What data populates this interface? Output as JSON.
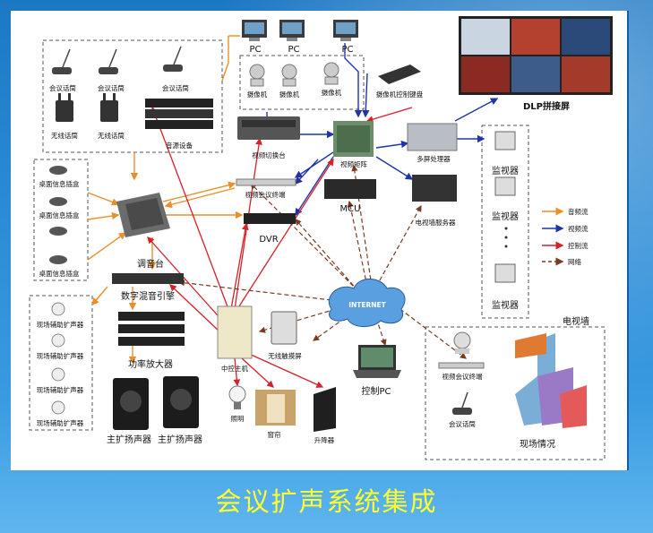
{
  "title": "会议扩声系统集成",
  "labels": {
    "pc": "PC",
    "conf_mic": "会议话筒",
    "wireless_mic": "无线话筒",
    "audio_device": "音源设备",
    "camera": "摄像机",
    "camera_kb": "摄像机控制键盘",
    "video_switch": "视频切换台",
    "matrix": "视频矩阵",
    "multi_proc": "多屏处理器",
    "dlp": "DLP拼接屏",
    "monitor": "监视器",
    "desk_socket": "桌面信息插盒",
    "vc_terminal": "视频会议终端",
    "mcu": "MCU",
    "wall_server": "电视墙服务器",
    "dvr": "DVR",
    "console": "调音台",
    "dsp": "数字混音引擎",
    "speaker_aux": "现场辅助扩声器",
    "amp": "功率放大器",
    "main_speaker": "主扩扬声器",
    "ctrl_host": "中控主机",
    "touch": "无线触摸屏",
    "internet": "INTERNET",
    "ctrl_pc": "控制PC",
    "light": "照明",
    "curtain": "窗帘",
    "lift": "升降器",
    "tv_wall": "电视墙",
    "scene": "现场情况"
  },
  "legend": [
    {
      "label": "音频流",
      "color": "#e8902a"
    },
    {
      "label": "视频流",
      "color": "#2233aa"
    },
    {
      "label": "控制流",
      "color": "#d6202a"
    },
    {
      "label": "网络",
      "color": "#7a3a20"
    }
  ],
  "colors": {
    "audio": "#e8902a",
    "video": "#2233aa",
    "control": "#d6202a",
    "network": "#7a3a20",
    "title": "#ffff2e"
  }
}
